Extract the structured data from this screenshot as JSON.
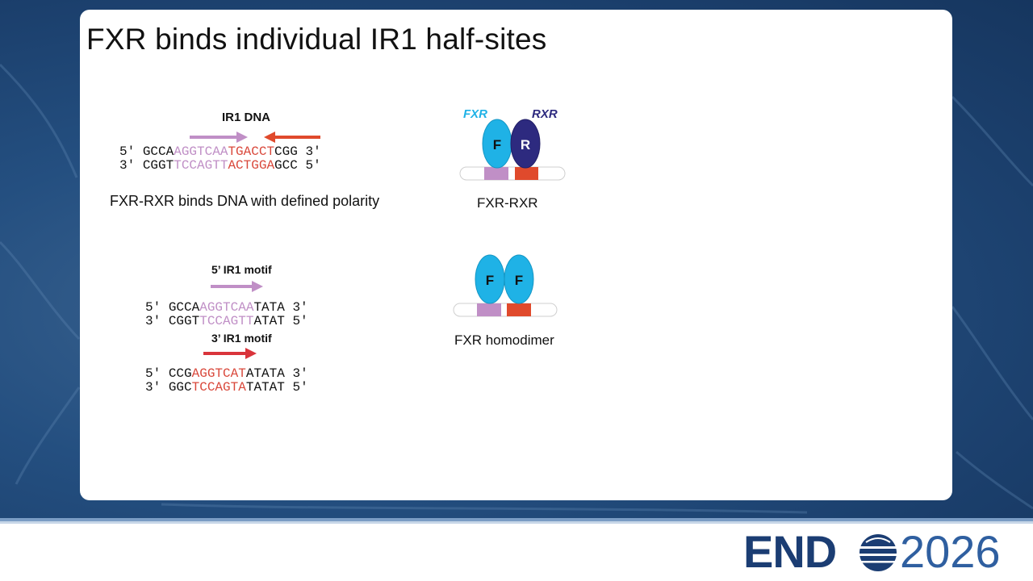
{
  "slide": {
    "title": "FXR binds individual IR1 half-sites"
  },
  "ir1": {
    "label": "IR1 DNA",
    "top": {
      "p5": "5′ ",
      "plain1": "GCCA",
      "purple": "AGGTCA",
      "mid": "A",
      "red": "TGACCT",
      "plain2": "CGG",
      "p3": " 3′"
    },
    "bottom": {
      "p5": "3′ ",
      "plain1": "CGGT",
      "purple": "TCCAGT",
      "mid": "T",
      "red": "ACTGGA",
      "plain2": "GCC",
      "p3": " 5′"
    },
    "caption": "FXR-RXR binds DNA with defined polarity"
  },
  "motif5": {
    "label": "5’ IR1 motif",
    "top": {
      "p5": "5′ ",
      "plain1": "GCCA",
      "colored": "AGGTCAA",
      "plain2": "TATA",
      "p3": " 3′"
    },
    "bottom": {
      "p5": "3′ ",
      "plain1": "CGGT",
      "colored": "TCCAGTT",
      "plain2": "ATAT",
      "p3": " 5′"
    }
  },
  "motif3": {
    "label": "3’ IR1 motif",
    "top": {
      "p5": "5′ ",
      "plain1": "CCG",
      "colored": "AGGTCAT",
      "plain2": "ATATA",
      "p3": " 3′"
    },
    "bottom": {
      "p5": "3′ ",
      "plain1": "GGC",
      "colored": "TCCAGTA",
      "plain2": "TATAT",
      "p3": " 5′"
    }
  },
  "heterodimer": {
    "fxr_label": "FXR",
    "rxr_label": "RXR",
    "f_letter": "F",
    "r_letter": "R",
    "caption": "FXR-RXR"
  },
  "homodimer": {
    "f_letter": "F",
    "caption": "FXR homodimer"
  },
  "logo": {
    "brand": "END",
    "year": "2026"
  },
  "colors": {
    "fxr": "#1fb2e6",
    "rxr": "#2d2a7f",
    "purple_site": "#c08fc6",
    "red_site": "#e04a2c",
    "brand_blue": "#1b3d73"
  }
}
